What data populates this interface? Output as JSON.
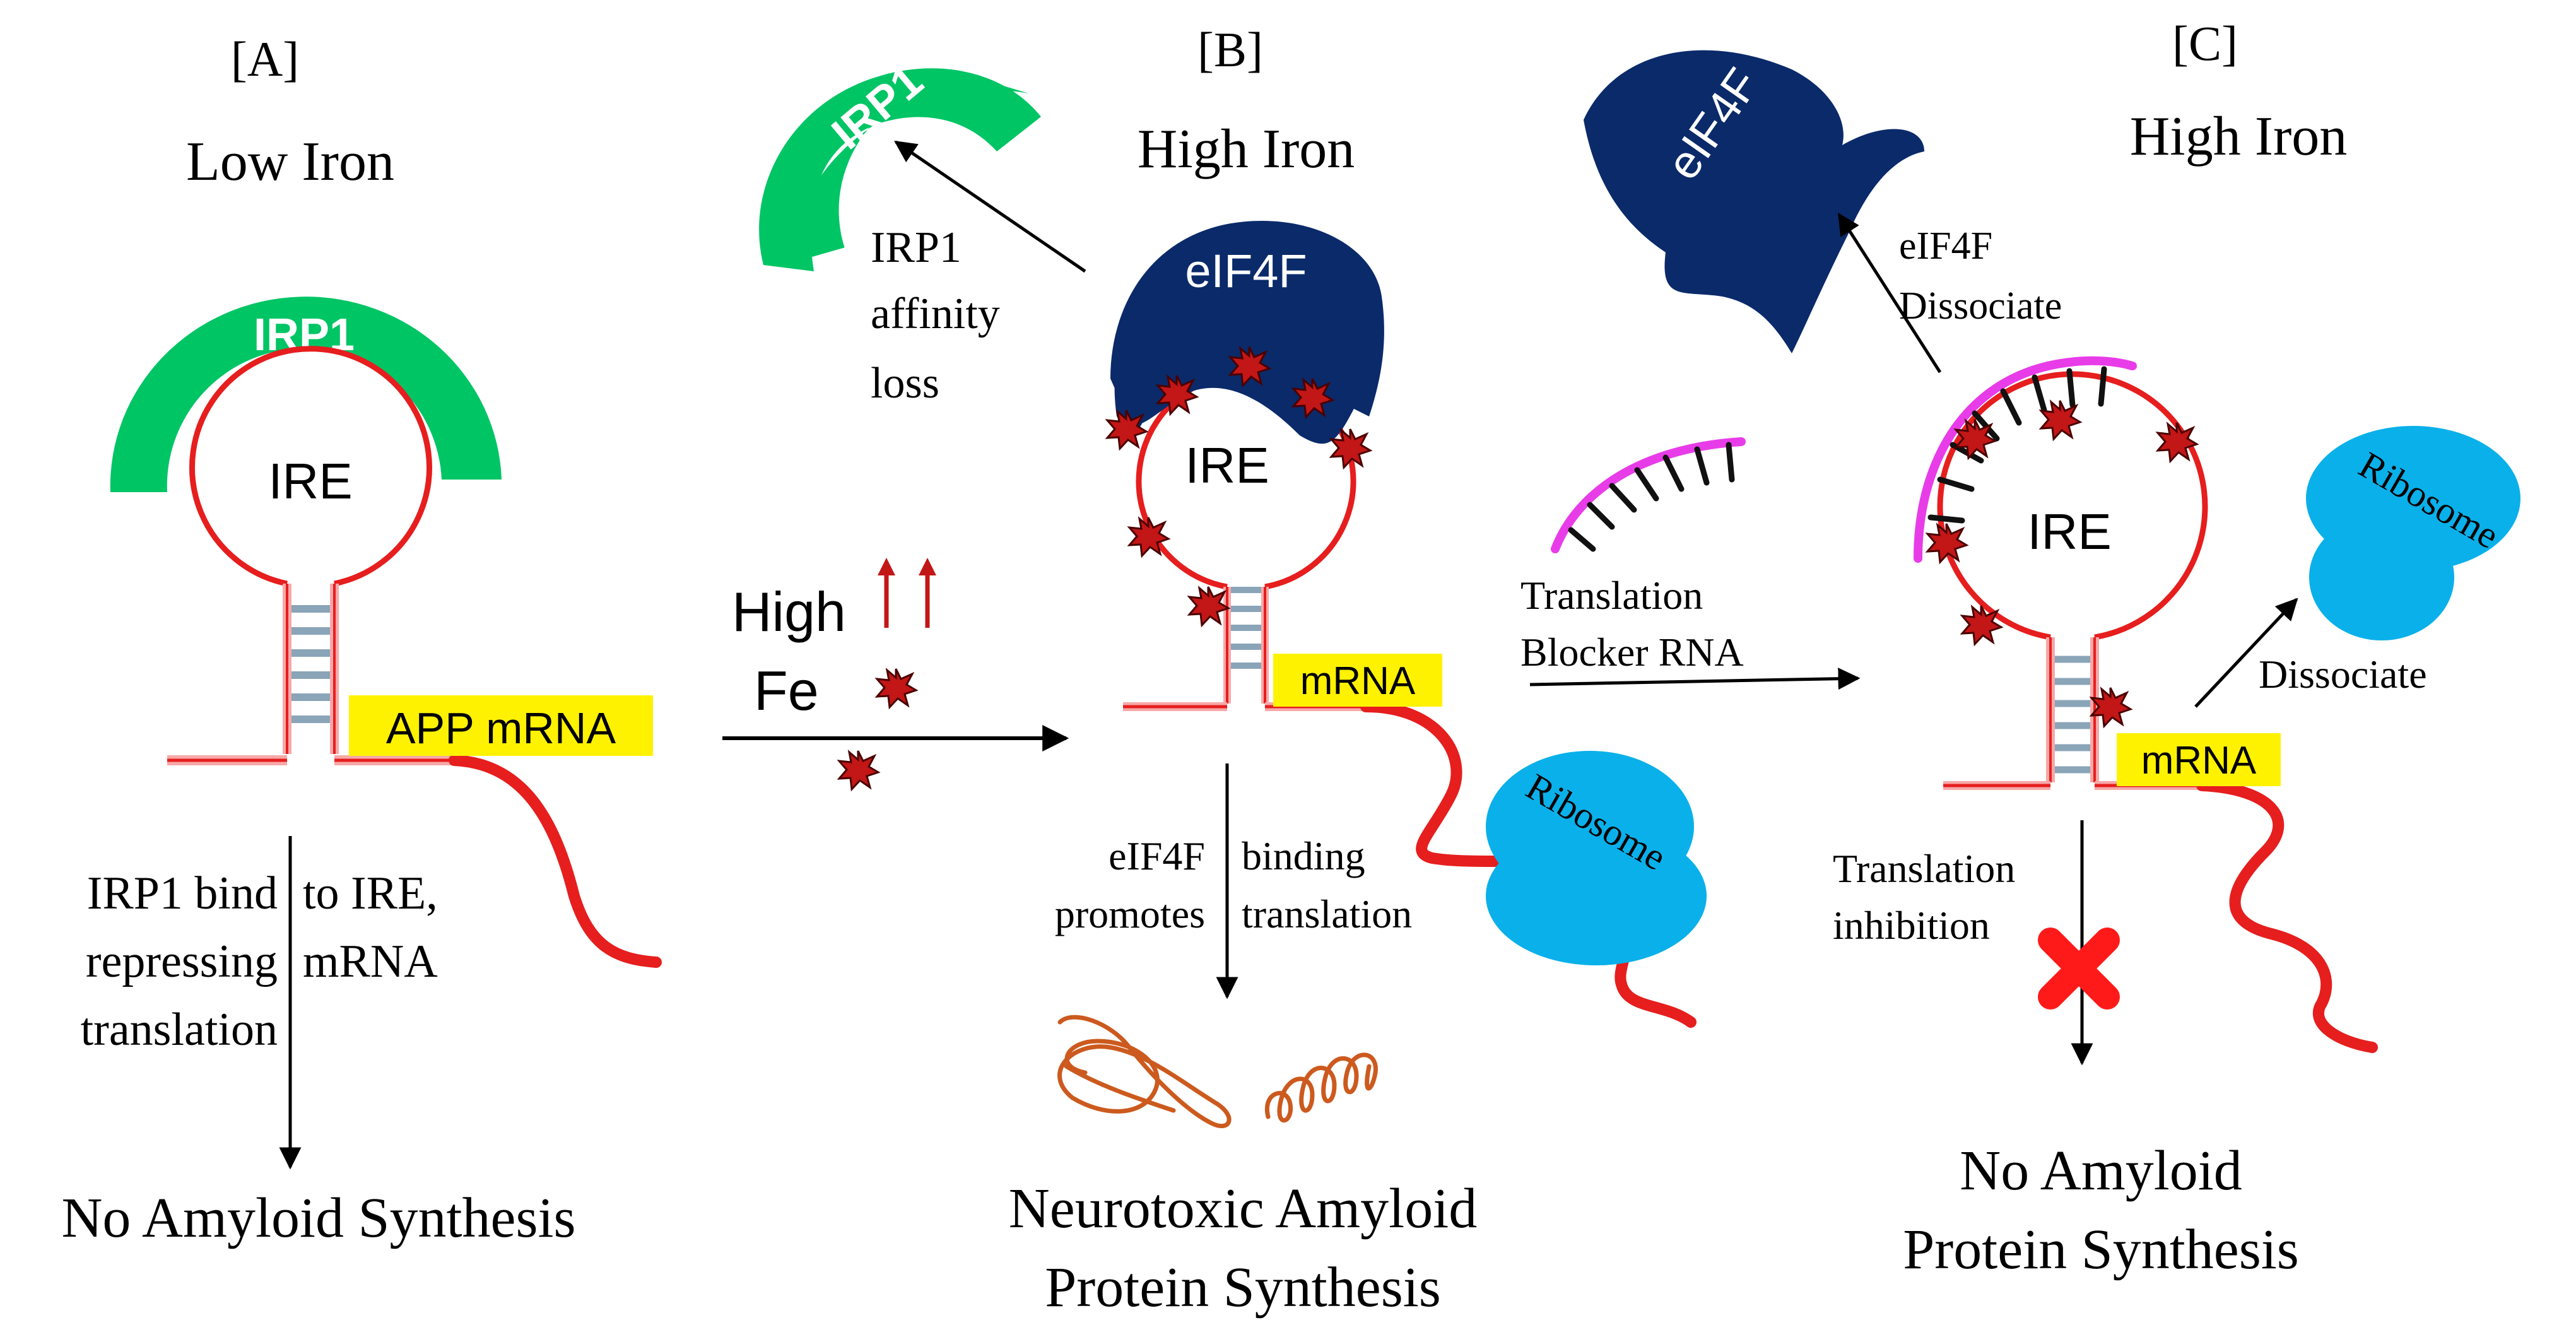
{
  "colors": {
    "irp1_green": "#00c565",
    "eif4f_navy": "#0a2a6a",
    "ribosome_blue": "#0ab0ea",
    "rna_red": "#e61e1e",
    "rna_pink": "#f7a8a8",
    "stem_bar": "#8aa4b8",
    "iron_red": "#c31616",
    "highlight_yellow": "#fff200",
    "blocker_magenta": "#e83ce8",
    "amyloid_orange": "#cc5a1e",
    "text_black": "#000000"
  },
  "icons": [
    "iron-particle-icon",
    "amyloid-protein-icon",
    "translation-block-x-icon",
    "up-arrow-icon"
  ],
  "panel_a": {
    "tag": "[A]",
    "condition": "Low Iron",
    "irp1_label": "IRP1",
    "ire_label": "IRE",
    "mrna_label": "APP mRNA",
    "caption_left": [
      "IRP1 bind",
      "repressing",
      "translation"
    ],
    "caption_right": [
      "to IRE,",
      "mRNA"
    ],
    "result": "No Amyloid Synthesis"
  },
  "transition": {
    "high_label": "High",
    "fe_label": "Fe"
  },
  "panel_b": {
    "tag": "[B]",
    "condition": "High Iron",
    "irp1_label": "IRP1",
    "affinity_caption": [
      "IRP1",
      "affinity",
      "loss"
    ],
    "eif4f_label": "eIF4F",
    "ire_label": "IRE",
    "mrna_label": "mRNA",
    "ribosome_label": "Ribosome",
    "caption_left": [
      "eIF4F",
      "promotes"
    ],
    "caption_right": [
      "binding",
      "translation"
    ],
    "result": [
      "Neurotoxic Amyloid",
      "Protein Synthesis"
    ]
  },
  "panel_c": {
    "tag": "[C]",
    "condition": "High Iron",
    "eif4f_label": "eIF4F",
    "dissociate_caption": [
      "eIF4F",
      "Dissociate"
    ],
    "blocker_caption": [
      "Translation",
      "Blocker RNA"
    ],
    "ire_label": "IRE",
    "mrna_label": "mRNA",
    "ribosome_label": "Ribosome",
    "ribosome_caption": "Dissociate",
    "inhibition_caption": [
      "Translation",
      "inhibition"
    ],
    "result": [
      "No Amyloid",
      "Protein Synthesis"
    ]
  }
}
